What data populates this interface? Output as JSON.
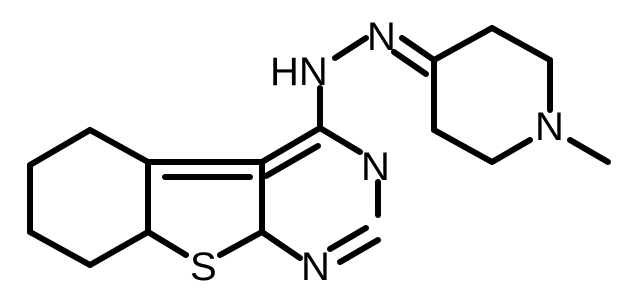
{
  "molecule": {
    "atoms": {
      "hn": "HN",
      "n_azo": "N",
      "n_pyr_top": "N",
      "n_pyr_bottom": "N",
      "s_thiophene": "S",
      "n_piperidine": "N"
    },
    "colors": {
      "bond": "#000000",
      "label": "#000000",
      "background": "#ffffff"
    }
  }
}
